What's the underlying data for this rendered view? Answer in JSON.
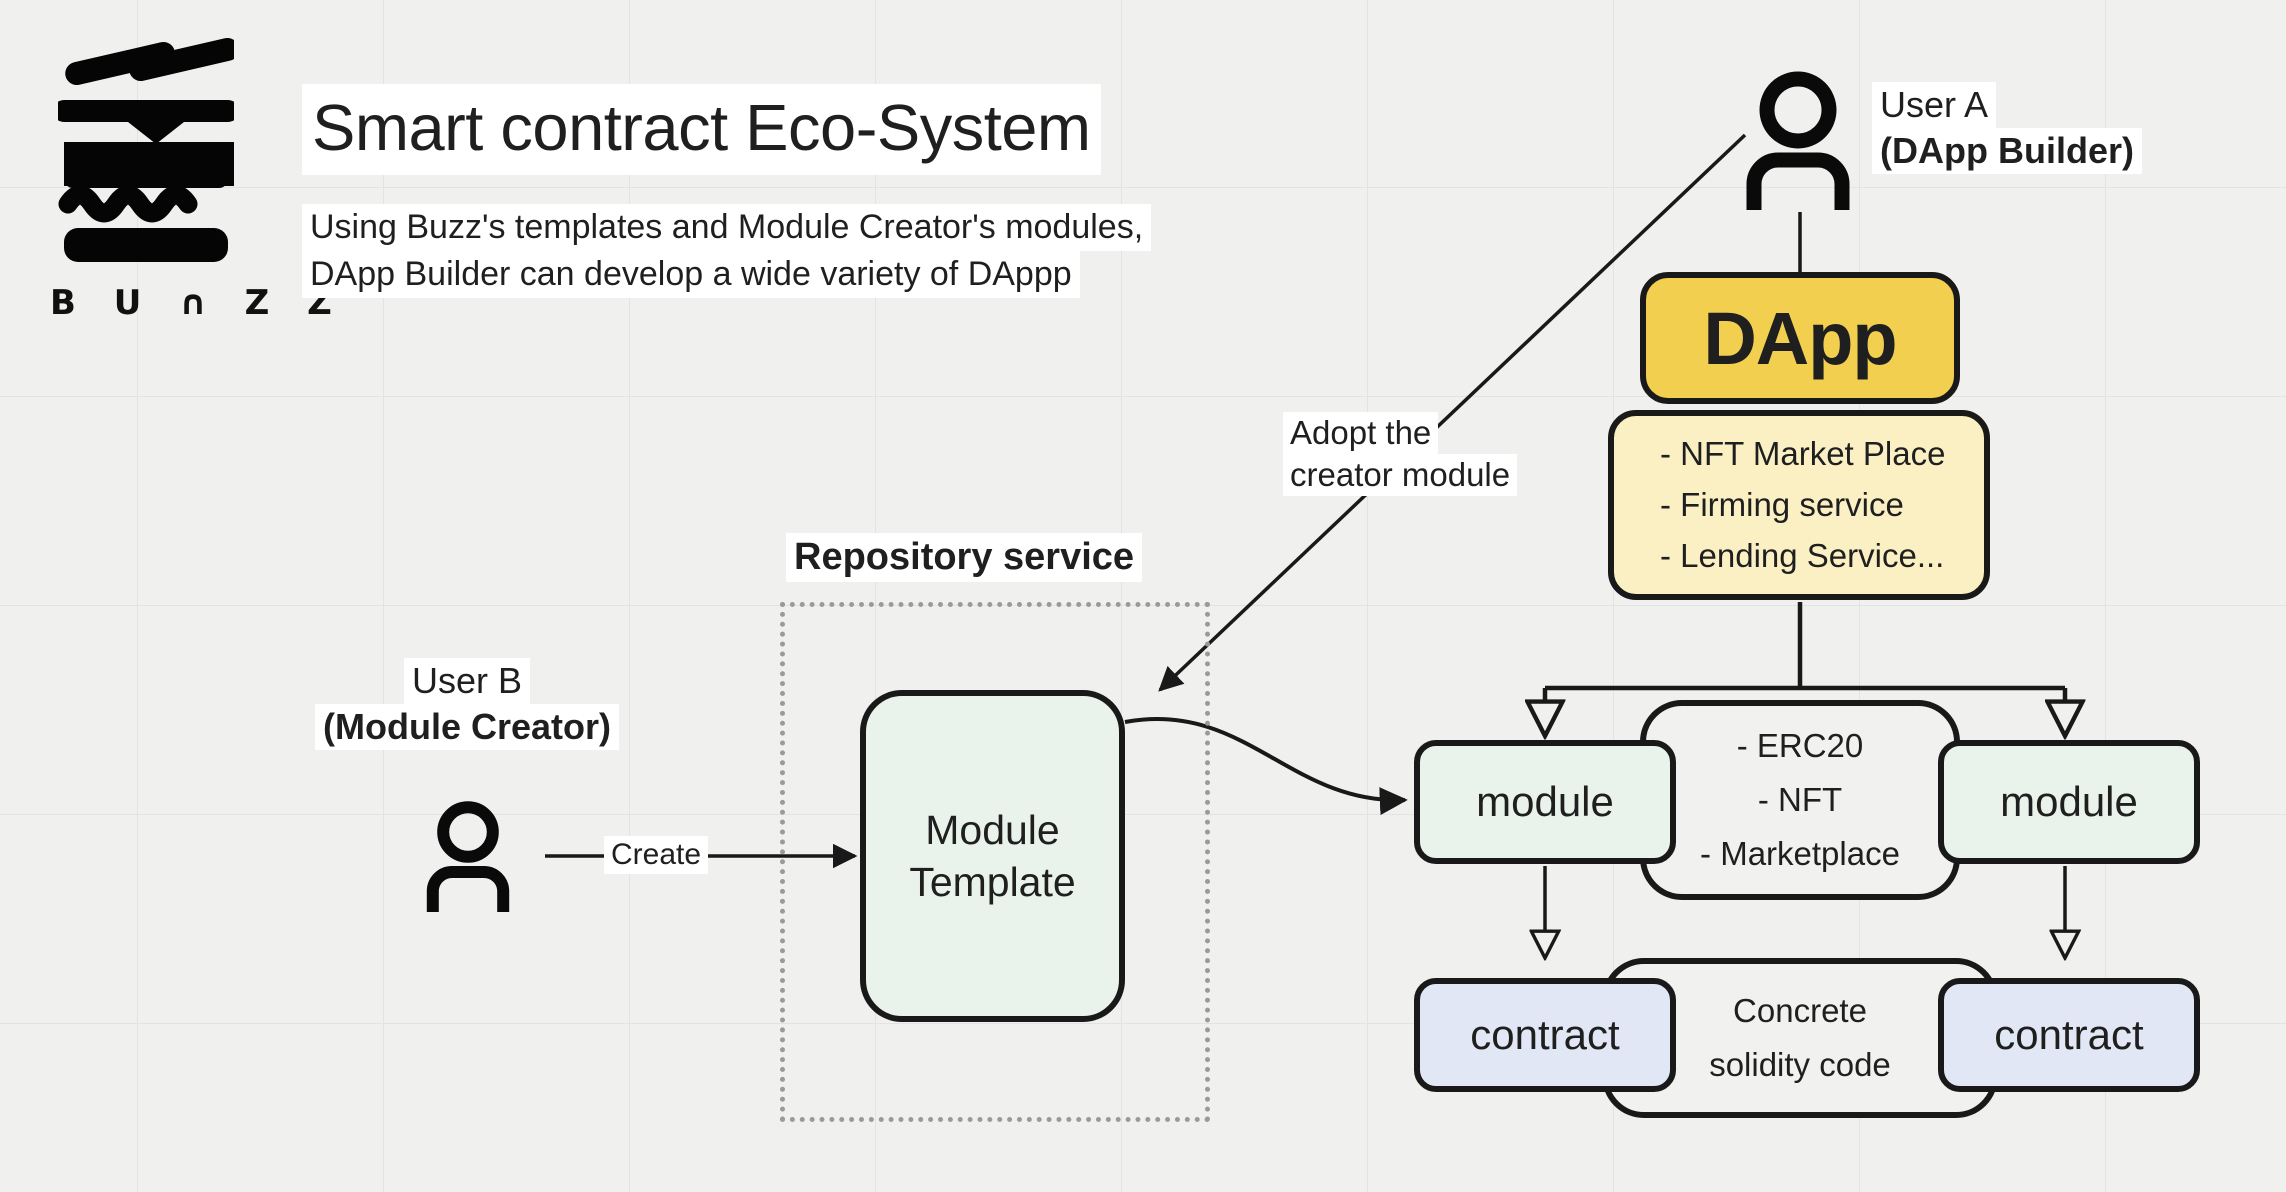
{
  "header": {
    "logo_icon": "bunzz-stacked-burger-logo",
    "wordmark": "B U ∩ Z Z",
    "title": "Smart contract Eco-System",
    "subtitle_lines": [
      "Using Buzz's templates and Module Creator's modules,",
      "DApp Builder can develop a wide variety of DAppp"
    ]
  },
  "actors": {
    "user_a": {
      "name": "User A",
      "role": "(DApp Builder)",
      "icon": "person-icon"
    },
    "user_b": {
      "name": "User B",
      "role": "(Module Creator)",
      "icon": "person-icon"
    }
  },
  "repository": {
    "label": "Repository service",
    "template_node": {
      "line1": "Module",
      "line2": "Template"
    }
  },
  "dapp": {
    "title": "DApp",
    "services": [
      "- NFT Market Place",
      "- Firming service",
      "- Lending Service..."
    ]
  },
  "modules": {
    "left_label": "module",
    "right_label": "module",
    "backplate_items": [
      "- ERC20",
      "- NFT",
      "- Marketplace"
    ]
  },
  "contracts": {
    "left_label": "contract",
    "right_label": "contract",
    "backplate_lines": [
      "Concrete",
      "solidity code"
    ]
  },
  "edges": {
    "create": "Create",
    "adopt_line1": "Adopt the",
    "adopt_line2": "creator module"
  },
  "colors": {
    "background": "#f0f0ef",
    "grid_line": "#e3e3e2",
    "stroke": "#191919",
    "dapp_fill": "#f2cf4f",
    "dapp_list_fill": "#fbf0c4",
    "module_fill": "#e9f3ec",
    "contract_fill": "#e2e7f5",
    "backplate_fill": "#f1f2ef",
    "repo_frame": "#9a9a9a"
  }
}
